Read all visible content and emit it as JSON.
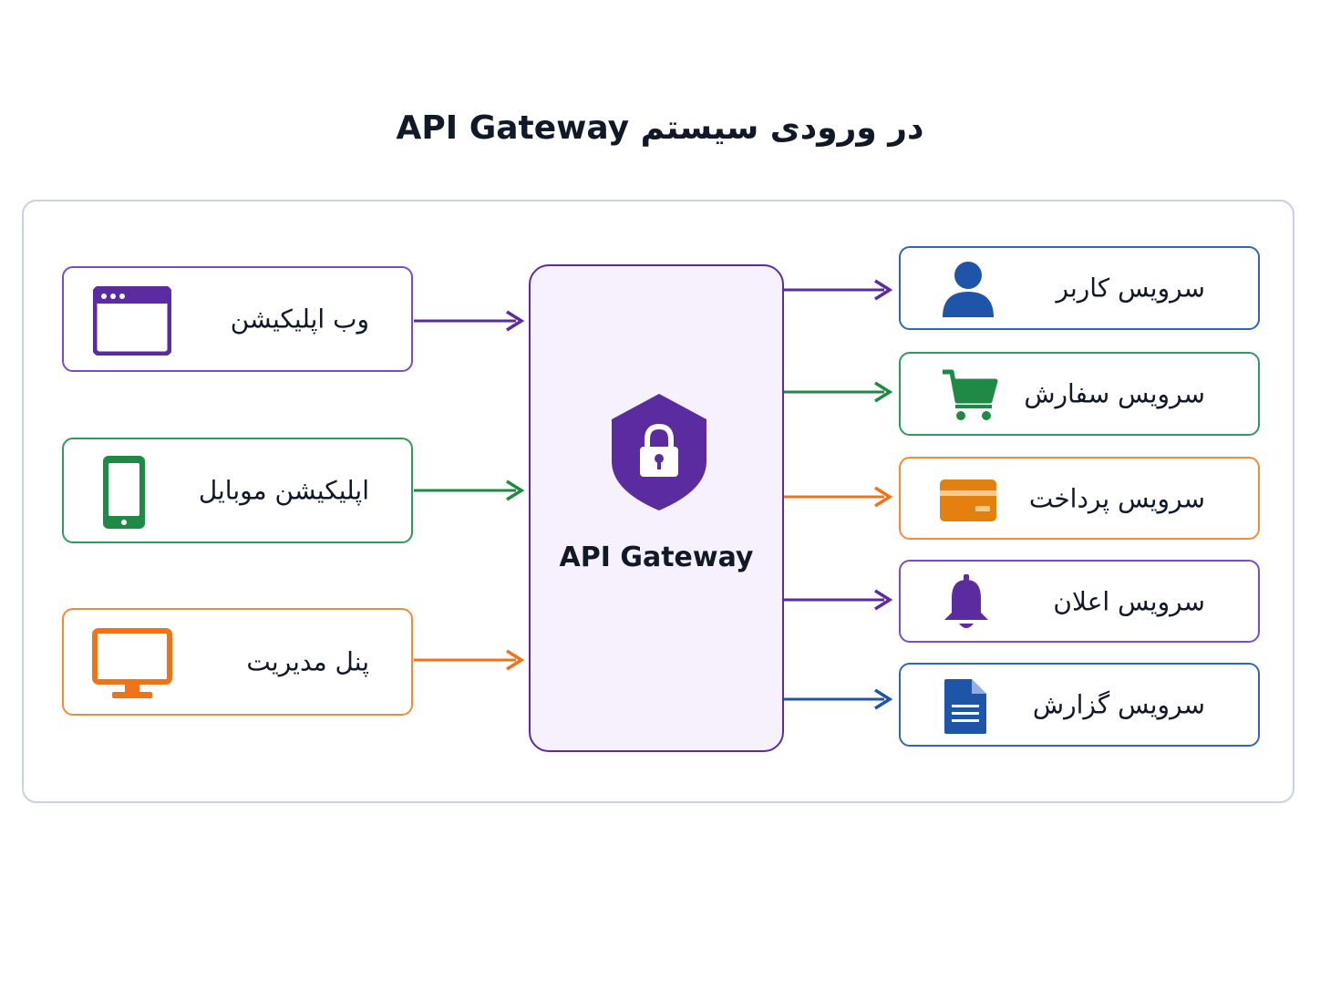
{
  "title": "API Gateway در ورودی سیستم",
  "gateway": {
    "label": "API Gateway",
    "icon": "shield-lock-icon",
    "color": "#5b2ca0"
  },
  "clients": [
    {
      "label": "وب اپلیکیشن",
      "icon": "browser-window-icon",
      "color": "#5b2ca0"
    },
    {
      "label": "اپلیکیشن موبایل",
      "icon": "mobile-phone-icon",
      "color": "#1e8a46"
    },
    {
      "label": "پنل مدیریت",
      "icon": "desktop-monitor-icon",
      "color": "#f07318"
    }
  ],
  "services": [
    {
      "label": "سرویس کاربر",
      "icon": "user-icon",
      "color": "#1f55a8"
    },
    {
      "label": "سرویس سفارش",
      "icon": "shopping-cart-icon",
      "color": "#1e8a46"
    },
    {
      "label": "سرویس پرداخت",
      "icon": "credit-card-icon",
      "color": "#f07318"
    },
    {
      "label": "سرویس اعلان",
      "icon": "bell-icon",
      "color": "#5b2ca0"
    },
    {
      "label": "سرویس گزارش",
      "icon": "document-icon",
      "color": "#1f55a8"
    }
  ]
}
